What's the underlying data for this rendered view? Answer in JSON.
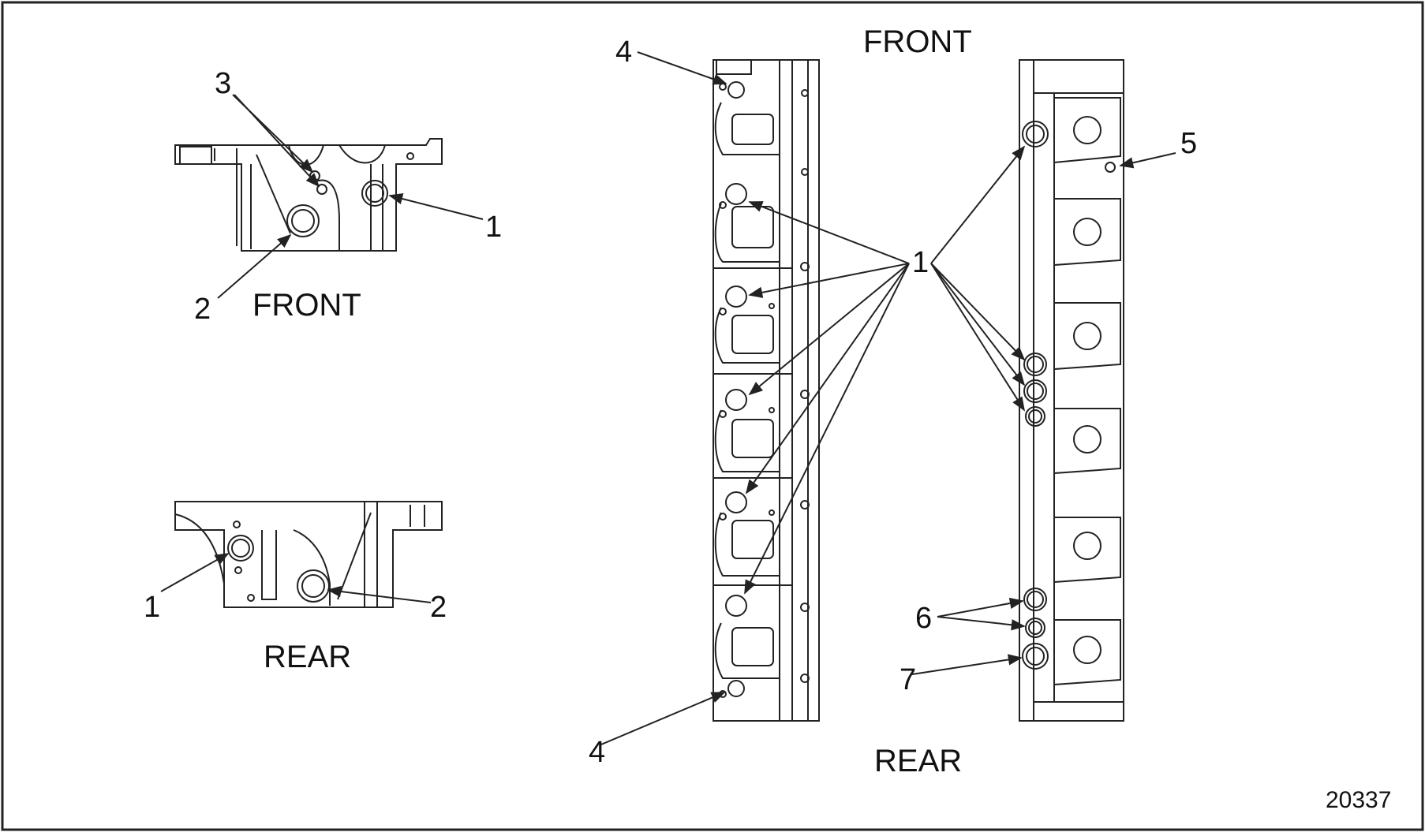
{
  "labels": {
    "front_small": "FRONT",
    "rear_small": "REAR",
    "front_main": "FRONT",
    "rear_main": "REAR",
    "figure_number": "20337"
  },
  "callouts": {
    "c1_front_small": "1",
    "c2_front_small": "2",
    "c3_front_small": "3",
    "c1_rear_small": "1",
    "c2_rear_small": "2",
    "c4_top": "4",
    "c4_bottom": "4",
    "c1_center": "1",
    "c5": "5",
    "c6": "6",
    "c7": "7"
  },
  "colors": {
    "line": "#222222",
    "background": "#ffffff",
    "frame": "#222222"
  }
}
